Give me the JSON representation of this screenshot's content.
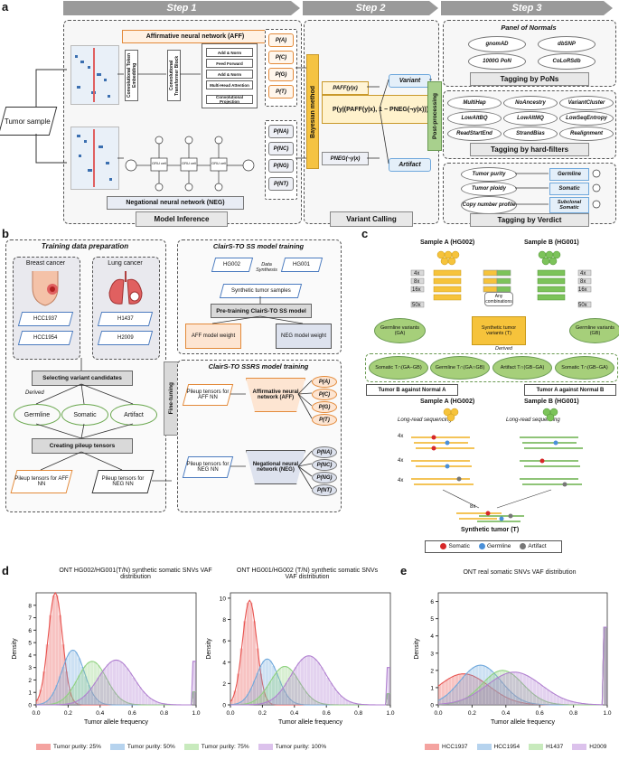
{
  "panel_a": {
    "label": "a",
    "steps": [
      "Step 1",
      "Step 2",
      "Step 3"
    ],
    "input": "Tumor sample",
    "aff_title": "Affirmative neural network (AFF)",
    "neg_title": "Negational neural network (NEG)",
    "aff_outputs": [
      "P(A)",
      "P(C)",
      "P(G)",
      "P(T)"
    ],
    "neg_outputs": [
      "P(NA)",
      "P(NC)",
      "P(NG)",
      "P(NT)"
    ],
    "model_inference": "Model Inference",
    "bayesian": "Bayesian method",
    "paff": "PAFF(y|x)",
    "pneg": "PNEG(¬y|x)",
    "formula": "P(y|(PAFF(y|x), 1 − PNEG(¬y|x)))",
    "variant": "Variant",
    "artifact": "Artifact",
    "variant_calling": "Variant Calling",
    "postproc": "Post-processing",
    "pon_title": "Panel of Normals",
    "pons": [
      "gnomAD",
      "dbSNP",
      "1000G PoN",
      "CoLoRSdb"
    ],
    "pon_tag": "Tagging by PoNs",
    "filters": [
      "MultiHap",
      "NoAncestry",
      "VariantCluster",
      "LowAltBQ",
      "LowAltMQ",
      "LowSeqEntropy",
      "ReadStartEnd",
      "StrandBias",
      "Realignment"
    ],
    "filter_tag": "Tagging by hard-filters",
    "verdict_inputs": [
      "Tumor purity",
      "Tumor ploidy",
      "Copy number profile"
    ],
    "verdict_outputs": [
      "Germline",
      "Somatic",
      "Subclonal Somatic"
    ],
    "verdict_tag": "Tagging by Verdict",
    "nn_blocks": [
      "Convolutional Token Embedding",
      "Convolutional Transformer Block",
      "Add & Norm",
      "Feed Forward",
      "Add & Norm",
      "Multi-Head Attention",
      "Convolutional Projection"
    ],
    "gru": "GRU cell"
  },
  "panel_b": {
    "label": "b",
    "prep_title": "Training data preparation",
    "breast": "Breast cancer",
    "lung": "Lung cancer",
    "breast_lines": [
      "HCC1937",
      "HCC1954"
    ],
    "lung_lines": [
      "H1437",
      "H2009"
    ],
    "select": "Selecting variant candidates",
    "derived": "Derived",
    "classes": [
      "Germline",
      "Somatic",
      "Artifact"
    ],
    "create": "Creating pileup tensors",
    "pile_aff": "Pileup tensors for AFF NN",
    "pile_neg": "Pileup tensors for NEG NN",
    "finetune": "Fine-tuning",
    "ss_title": "ClairS-TO SS model training",
    "hg002": "HG002",
    "hg001": "HG001",
    "synth": "Data Synthesis",
    "synth_samples": "Synthetic tumor samples",
    "pretrain": "Pre-training ClairS-TO SS model",
    "aff_weight": "AFF model weight",
    "neg_weight": "NEG model weight",
    "ssrs_title": "ClairS-TO SSRS model training",
    "aff_in": "Pileup tensors for AFF NN",
    "neg_in": "Pileup tensors for NEG NN",
    "aff_nn": "Affirmative neural network (AFF)",
    "neg_nn": "Negational neural network (NEG)",
    "aff_out": [
      "P(A)",
      "P(C)",
      "P(G)",
      "P(T)"
    ],
    "neg_out": [
      "P(NA)",
      "P(NC)",
      "P(NG)",
      "P(NT)"
    ]
  },
  "panel_c": {
    "label": "c",
    "sample_a": "Sample A (HG002)",
    "sample_b": "Sample B (HG001)",
    "cov": [
      "4x",
      "8x",
      "16x",
      "50x"
    ],
    "germ_a": "Germline variants (GA)",
    "synth": "Synthetic tumor variants (T)",
    "germ_b": "Germline variants (GB)",
    "any": "Any combinations",
    "derived": "Derived",
    "classes": [
      "Somatic T∩(GA−GB)",
      "Germline T∩(GA∩GB)",
      "Artifact T∩(GB−GA)",
      "Somatic T∩(GB−GA)"
    ],
    "tumor_b": "Tumor B against Normal A",
    "tumor_a": "Tumor A against Normal B",
    "lrs": "Long-read sequencing",
    "read_cov": [
      "4x",
      "4x",
      "4x",
      "8x"
    ],
    "synth_tumor": "Synthetic tumor (T)",
    "legend": [
      "Somatic",
      "Germline",
      "Artifact"
    ],
    "legend_colors": [
      "#d62728",
      "#4a90d9",
      "#777777"
    ]
  },
  "panel_d": {
    "label": "d",
    "charts_title": [
      "ONT HG002/HG001(T/N) synthetic somatic SNVs VAF distribution",
      "ONT HG001/HG002 (T/N) synthetic somatic SNVs VAF distribution"
    ],
    "legend": [
      "Tumor purity: 25%",
      "Tumor purity: 50%",
      "Tumor purity: 75%",
      "Tumor purity: 100%"
    ]
  },
  "panel_e": {
    "label": "e",
    "legend": [
      "HCC1937",
      "HCC1954",
      "H1437",
      "H2009"
    ]
  },
  "chart_data": [
    {
      "type": "area",
      "title": "ONT HG002/HG001(T/N) synthetic somatic SNVs VAF distribution",
      "xlabel": "Tumor allele frequency",
      "ylabel": "Density",
      "xlim": [
        0,
        1
      ],
      "ylim": [
        0,
        9
      ],
      "yticks": [
        0,
        1,
        2,
        3,
        4,
        5,
        6,
        7,
        8
      ],
      "xticks": [
        0.0,
        0.2,
        0.4,
        0.6,
        0.8,
        1.0
      ],
      "series": [
        {
          "name": "Tumor purity: 25%",
          "color": "#e8534f",
          "peak": 0.12,
          "height": 9.0,
          "sd": 0.045
        },
        {
          "name": "Tumor purity: 50%",
          "color": "#6fa8dc",
          "peak": 0.23,
          "height": 4.4,
          "sd": 0.07
        },
        {
          "name": "Tumor purity: 75%",
          "color": "#8fd27f",
          "peak": 0.35,
          "height": 3.5,
          "sd": 0.09
        },
        {
          "name": "Tumor purity: 100%",
          "color": "#b07fd0",
          "peak": 0.5,
          "height": 3.6,
          "sd": 0.11
        }
      ]
    },
    {
      "type": "area",
      "title": "ONT HG001/HG002 (T/N) synthetic somatic SNVs VAF distribution",
      "xlabel": "Tumor allele frequency",
      "ylabel": "Density",
      "xlim": [
        0,
        1
      ],
      "ylim": [
        0,
        10.5
      ],
      "yticks": [
        0,
        2,
        4,
        6,
        8,
        10
      ],
      "xticks": [
        0.0,
        0.2,
        0.4,
        0.6,
        0.8,
        1.0
      ],
      "series": [
        {
          "name": "Tumor purity: 25%",
          "color": "#e8534f",
          "peak": 0.12,
          "height": 9.8,
          "sd": 0.045
        },
        {
          "name": "Tumor purity: 50%",
          "color": "#6fa8dc",
          "peak": 0.23,
          "height": 4.3,
          "sd": 0.07
        },
        {
          "name": "Tumor purity: 75%",
          "color": "#8fd27f",
          "peak": 0.34,
          "height": 3.6,
          "sd": 0.09
        },
        {
          "name": "Tumor purity: 100%",
          "color": "#b07fd0",
          "peak": 0.49,
          "height": 4.6,
          "sd": 0.11
        }
      ]
    },
    {
      "type": "area",
      "title": "ONT real somatic SNVs VAF distribution",
      "xlabel": "Tumor allele frequency",
      "ylabel": "Density",
      "xlim": [
        0,
        1
      ],
      "ylim": [
        0,
        6.5
      ],
      "yticks": [
        0,
        1,
        2,
        3,
        4,
        5,
        6
      ],
      "xticks": [
        0.0,
        0.2,
        0.4,
        0.6,
        0.8,
        1.0
      ],
      "series": [
        {
          "name": "HCC1937",
          "color": "#e8534f",
          "peak": 0.15,
          "height": 1.8,
          "sd": 0.15
        },
        {
          "name": "HCC1954",
          "color": "#6fa8dc",
          "peak": 0.25,
          "height": 2.3,
          "sd": 0.12
        },
        {
          "name": "H1437",
          "color": "#8fd27f",
          "peak": 0.38,
          "height": 2.0,
          "sd": 0.12
        },
        {
          "name": "H2009",
          "color": "#b07fd0",
          "peak": 0.45,
          "height": 1.9,
          "sd": 0.16
        }
      ]
    }
  ]
}
